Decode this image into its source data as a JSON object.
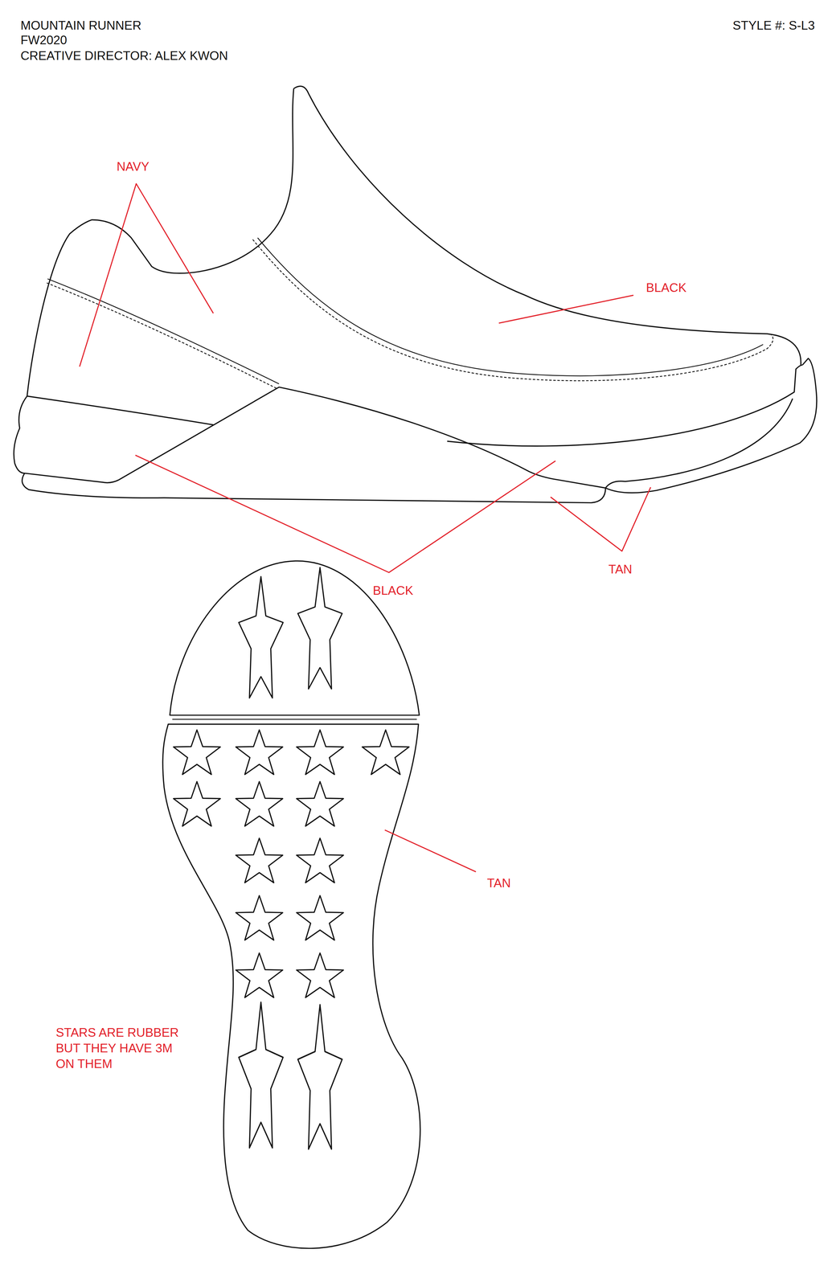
{
  "diagram": {
    "title": "MOUNTAIN RUNNER",
    "labels": [
      "FW2020",
      "CREATIVE DIRECTOR: ALEX KWON",
      "STYLE #: S-L3",
      "NAVY",
      "BLACK",
      "TAN",
      "BLACK",
      "TAN",
      "STARS ARE RUBBER BUT THEY HAVE 3M ON THEM"
    ]
  }
}
